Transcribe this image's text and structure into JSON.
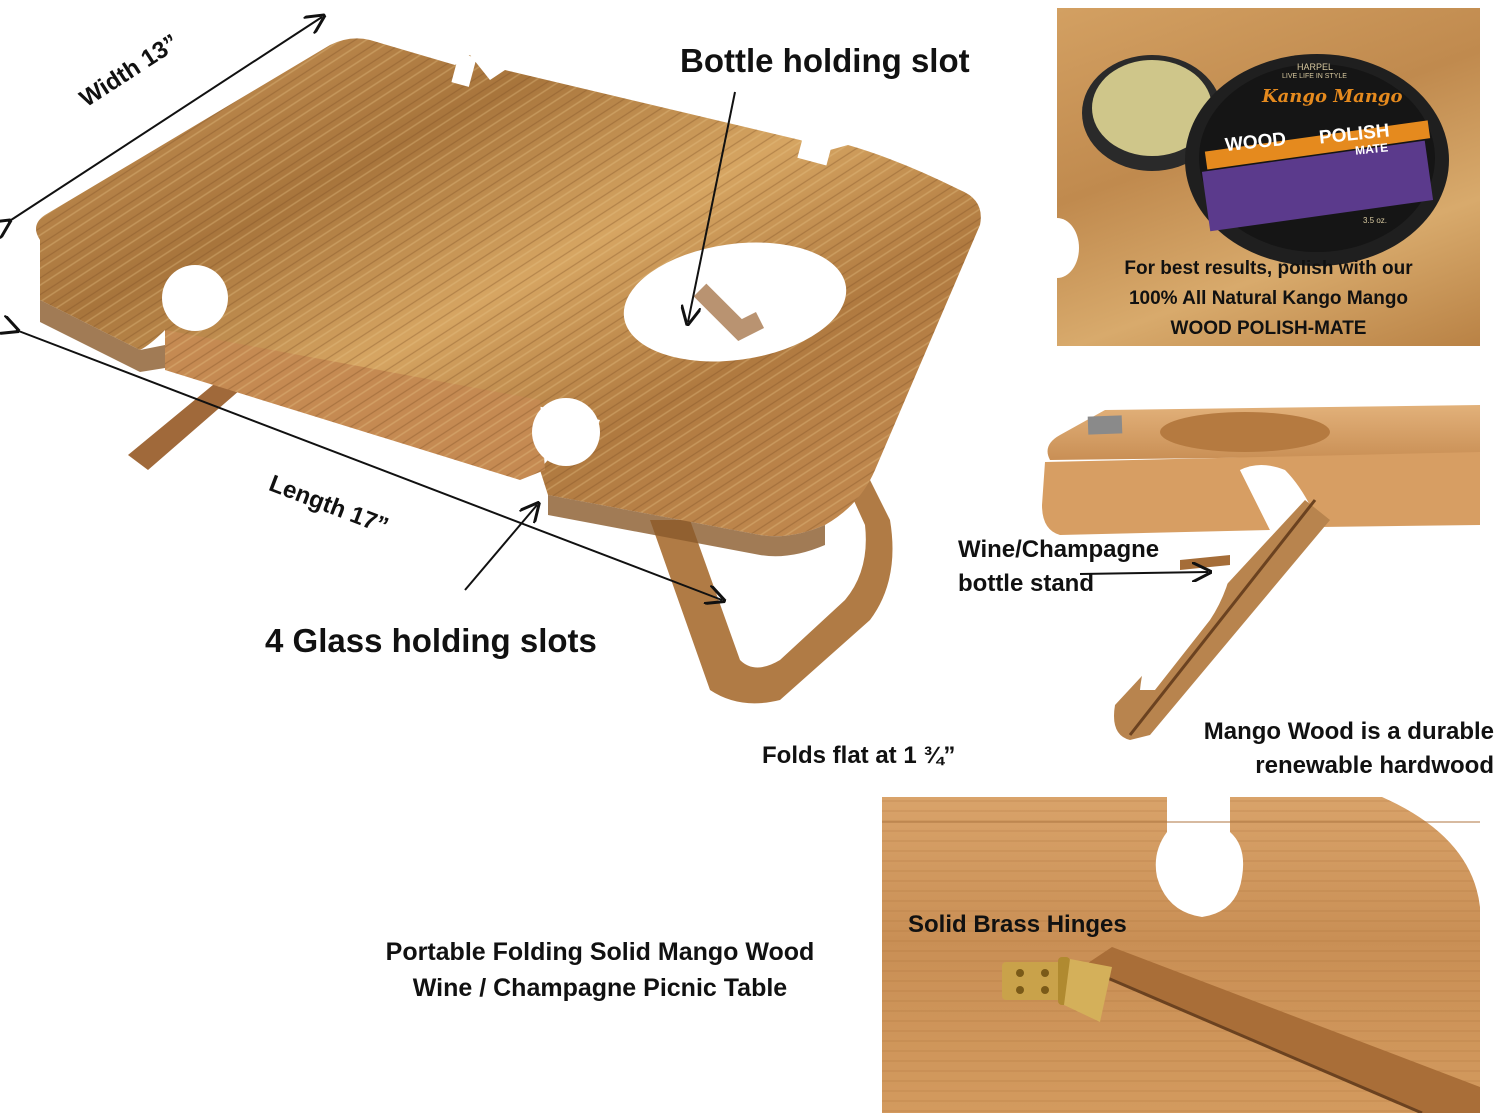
{
  "main_image": {
    "labels": {
      "width": "Width 13”",
      "length": "Length 17”",
      "bottle_slot": "Bottle holding slot",
      "glass_slots": "4 Glass holding slots",
      "folds_flat": "Folds flat at 1 ¾”",
      "product_line1": "Portable Folding Solid Mango Wood",
      "product_line2": "Wine / Champagne Picnic Table"
    }
  },
  "polish_inset": {
    "tin_lines": [
      "HARPEL",
      "LIVE LIFE IN STYLE",
      "Kango Mango",
      "WOOD",
      "POLISH",
      "MATE",
      "3.5 oz."
    ],
    "caption_lines": [
      "For best results, polish with our",
      "100% All Natural Kango Mango",
      "WOOD POLISH-MATE"
    ]
  },
  "side_inset": {
    "stand_lines": [
      "Wine/Champagne",
      "bottle stand"
    ],
    "durable_lines": [
      "Mango Wood is a durable",
      "renewable hardwood"
    ]
  },
  "hinge_inset": {
    "label": "Solid Brass Hinges"
  },
  "colors": {
    "wood_light": "#d9a868",
    "wood_mid": "#b9834a",
    "wood_dark": "#8a5a2b",
    "brass": "#c9a24a",
    "purple_label": "#5b3a8c",
    "orange_label": "#e58a1e"
  }
}
